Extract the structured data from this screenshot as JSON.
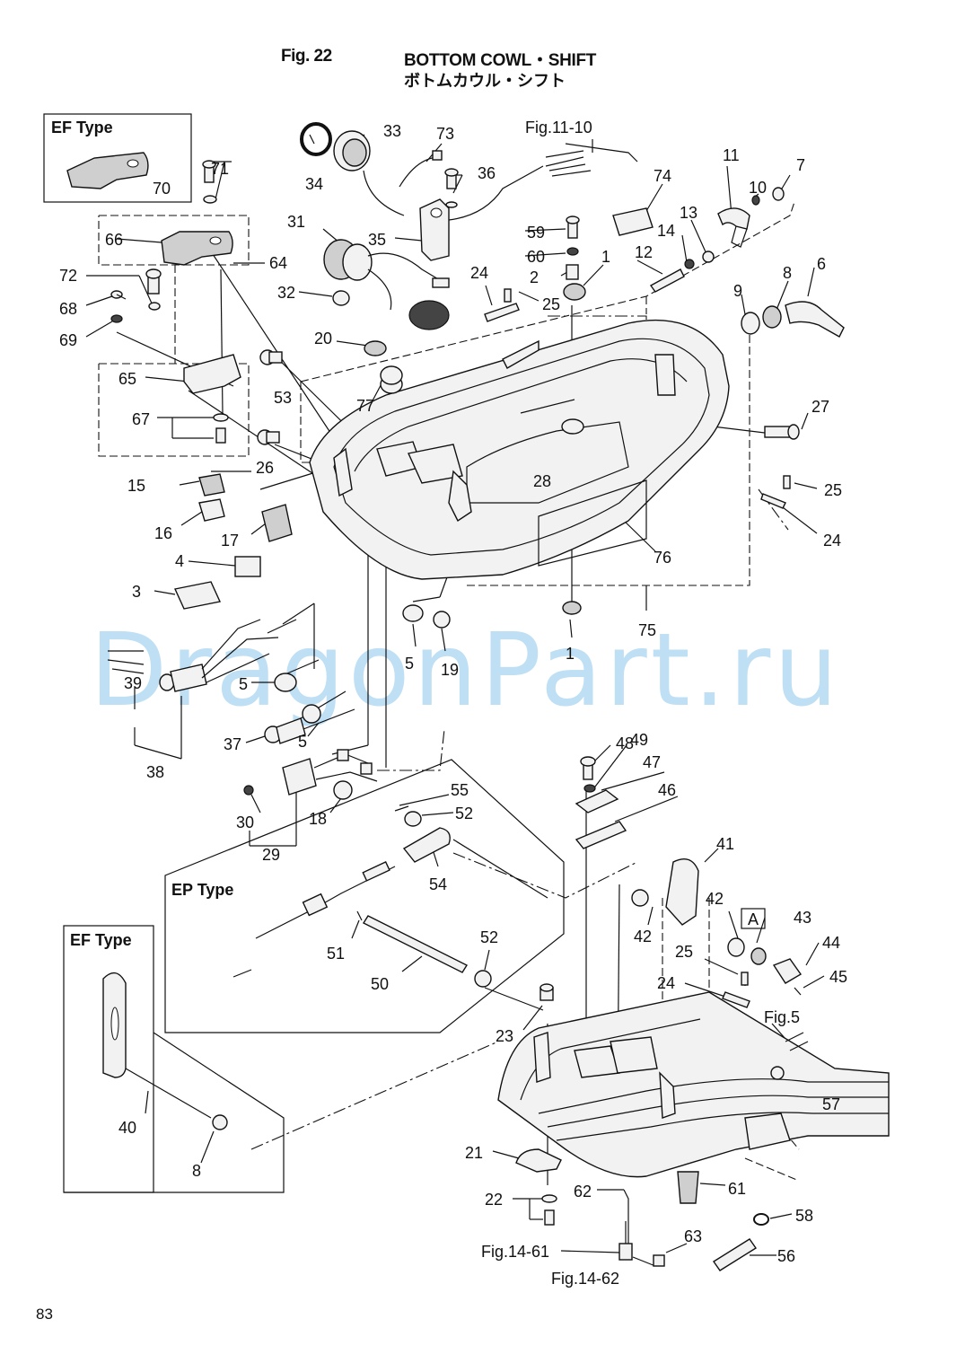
{
  "header": {
    "fig_number": "Fig. 22",
    "title": "BOTTOM COWL・SHIFT",
    "title_ja": "ボトムカウル・シフト"
  },
  "boxes": {
    "ef_top": "EF Type",
    "ep": "EP Type",
    "ef_bottom": "EF Type",
    "marker_a": "A"
  },
  "watermark": "DragonPart.ru",
  "page_number": "83",
  "colors": {
    "ink": "#111111",
    "watermark": "#6fb9e6"
  },
  "callouts": [
    {
      "id": "c70",
      "text": "70"
    },
    {
      "id": "c71",
      "text": "71"
    },
    {
      "id": "c66",
      "text": "66"
    },
    {
      "id": "c64",
      "text": "64"
    },
    {
      "id": "c72",
      "text": "72"
    },
    {
      "id": "c68",
      "text": "68"
    },
    {
      "id": "c69",
      "text": "69"
    },
    {
      "id": "c65",
      "text": "65"
    },
    {
      "id": "c67",
      "text": "67"
    },
    {
      "id": "c34",
      "text": "34"
    },
    {
      "id": "c33",
      "text": "33"
    },
    {
      "id": "c73",
      "text": "73"
    },
    {
      "id": "c36",
      "text": "36"
    },
    {
      "id": "cfig1110",
      "text": "Fig.11-10"
    },
    {
      "id": "c74",
      "text": "74"
    },
    {
      "id": "c11",
      "text": "11"
    },
    {
      "id": "c7",
      "text": "7"
    },
    {
      "id": "c10",
      "text": "10"
    },
    {
      "id": "c13",
      "text": "13"
    },
    {
      "id": "c14",
      "text": "14"
    },
    {
      "id": "c12",
      "text": "12"
    },
    {
      "id": "c31",
      "text": "31"
    },
    {
      "id": "c35",
      "text": "35"
    },
    {
      "id": "c59",
      "text": "59"
    },
    {
      "id": "c60",
      "text": "60"
    },
    {
      "id": "c2",
      "text": "2"
    },
    {
      "id": "c1a",
      "text": "1"
    },
    {
      "id": "c32",
      "text": "32"
    },
    {
      "id": "c24a",
      "text": "24"
    },
    {
      "id": "c25a",
      "text": "25"
    },
    {
      "id": "c9",
      "text": "9"
    },
    {
      "id": "c8a",
      "text": "8"
    },
    {
      "id": "c6",
      "text": "6"
    },
    {
      "id": "c20",
      "text": "20"
    },
    {
      "id": "c53",
      "text": "53"
    },
    {
      "id": "c77",
      "text": "77"
    },
    {
      "id": "c27",
      "text": "27"
    },
    {
      "id": "c26",
      "text": "26"
    },
    {
      "id": "c28",
      "text": "28"
    },
    {
      "id": "c15",
      "text": "15"
    },
    {
      "id": "c25b",
      "text": "25"
    },
    {
      "id": "c16",
      "text": "16"
    },
    {
      "id": "c17",
      "text": "17"
    },
    {
      "id": "c24b",
      "text": "24"
    },
    {
      "id": "c4",
      "text": "4"
    },
    {
      "id": "c76",
      "text": "76"
    },
    {
      "id": "c3",
      "text": "3"
    },
    {
      "id": "c75",
      "text": "75"
    },
    {
      "id": "c1b",
      "text": "1"
    },
    {
      "id": "c5a",
      "text": "5"
    },
    {
      "id": "c19",
      "text": "19"
    },
    {
      "id": "c39",
      "text": "39"
    },
    {
      "id": "c5b",
      "text": "5"
    },
    {
      "id": "c37",
      "text": "37"
    },
    {
      "id": "c5c",
      "text": "5"
    },
    {
      "id": "c38",
      "text": "38"
    },
    {
      "id": "c48",
      "text": "48"
    },
    {
      "id": "c49",
      "text": "49"
    },
    {
      "id": "c47",
      "text": "47"
    },
    {
      "id": "c46",
      "text": "46"
    },
    {
      "id": "c55",
      "text": "55"
    },
    {
      "id": "c52a",
      "text": "52"
    },
    {
      "id": "c18",
      "text": "18"
    },
    {
      "id": "c30",
      "text": "30"
    },
    {
      "id": "c29",
      "text": "29"
    },
    {
      "id": "c54",
      "text": "54"
    },
    {
      "id": "c41",
      "text": "41"
    },
    {
      "id": "c42a",
      "text": "42"
    },
    {
      "id": "c42b",
      "text": "42"
    },
    {
      "id": "c43",
      "text": "43"
    },
    {
      "id": "c44",
      "text": "44"
    },
    {
      "id": "c45",
      "text": "45"
    },
    {
      "id": "c25c",
      "text": "25"
    },
    {
      "id": "c24c",
      "text": "24"
    },
    {
      "id": "c51",
      "text": "51"
    },
    {
      "id": "c52b",
      "text": "52"
    },
    {
      "id": "c50",
      "text": "50"
    },
    {
      "id": "c23",
      "text": "23"
    },
    {
      "id": "cfig5",
      "text": "Fig.5"
    },
    {
      "id": "c57",
      "text": "57"
    },
    {
      "id": "c40",
      "text": "40"
    },
    {
      "id": "c8b",
      "text": "8"
    },
    {
      "id": "c21",
      "text": "21"
    },
    {
      "id": "c61",
      "text": "61"
    },
    {
      "id": "c22",
      "text": "22"
    },
    {
      "id": "c62",
      "text": "62"
    },
    {
      "id": "c58",
      "text": "58"
    },
    {
      "id": "c63",
      "text": "63"
    },
    {
      "id": "cfig1461",
      "text": "Fig.14-61"
    },
    {
      "id": "c56",
      "text": "56"
    },
    {
      "id": "cfig1462",
      "text": "Fig.14-62"
    }
  ]
}
